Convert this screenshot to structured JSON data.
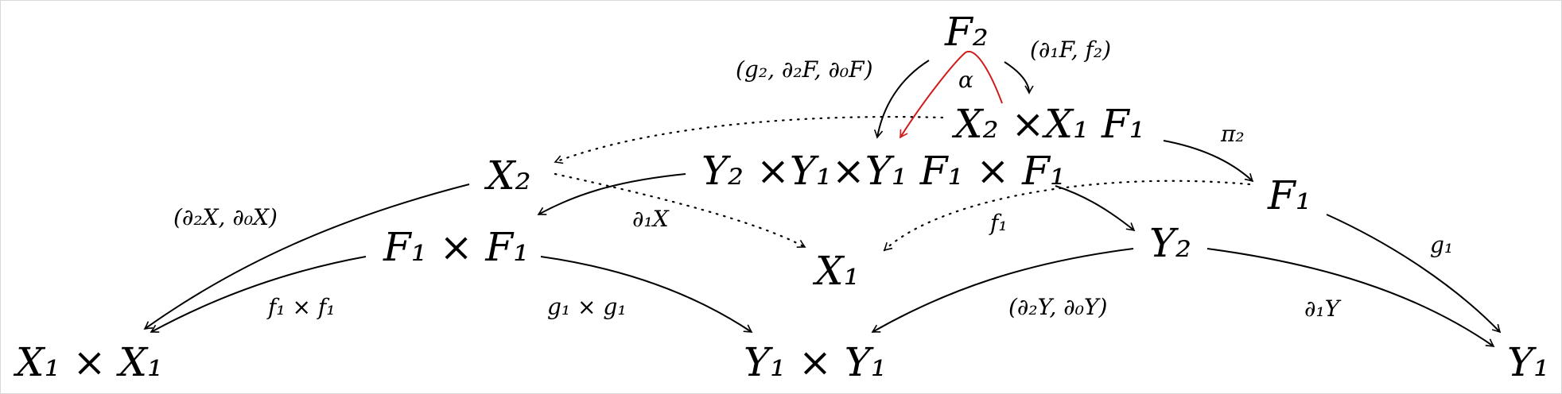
{
  "diagram": {
    "objects": {
      "F2": "F₂",
      "X2_times_X1_F1": "X₂ ×X₁ F₁",
      "X2": "X₂",
      "Y2_times_F1F1": "Y₂ ×Y₁×Y₁ F₁ × F₁",
      "F1": "F₁",
      "F1xF1": "F₁ × F₁",
      "X1": "X₁",
      "Y2": "Y₂",
      "X1xX1": "X₁ × X₁",
      "Y1xY1": "Y₁ × Y₁",
      "Y1": "Y₁"
    },
    "labels": {
      "g2_d2F_d0F": "(g₂, ∂₂F, ∂₀F)",
      "d1F_f2": "(∂₁F, f₂)",
      "alpha": "α",
      "pi2": "π₂",
      "d2X_d0X": "(∂₂X, ∂₀X)",
      "d1X": "∂₁X",
      "f1": "f₁",
      "g1": "g₁",
      "f1xf1": "f₁ × f₁",
      "g1xg1": "g₁ × g₁",
      "d2Y_d0Y": "(∂₂Y, ∂₀Y)",
      "d1Y": "∂₁Y"
    },
    "colors": {
      "arrow": "#000000",
      "two_cell": "#d11a1a"
    }
  }
}
